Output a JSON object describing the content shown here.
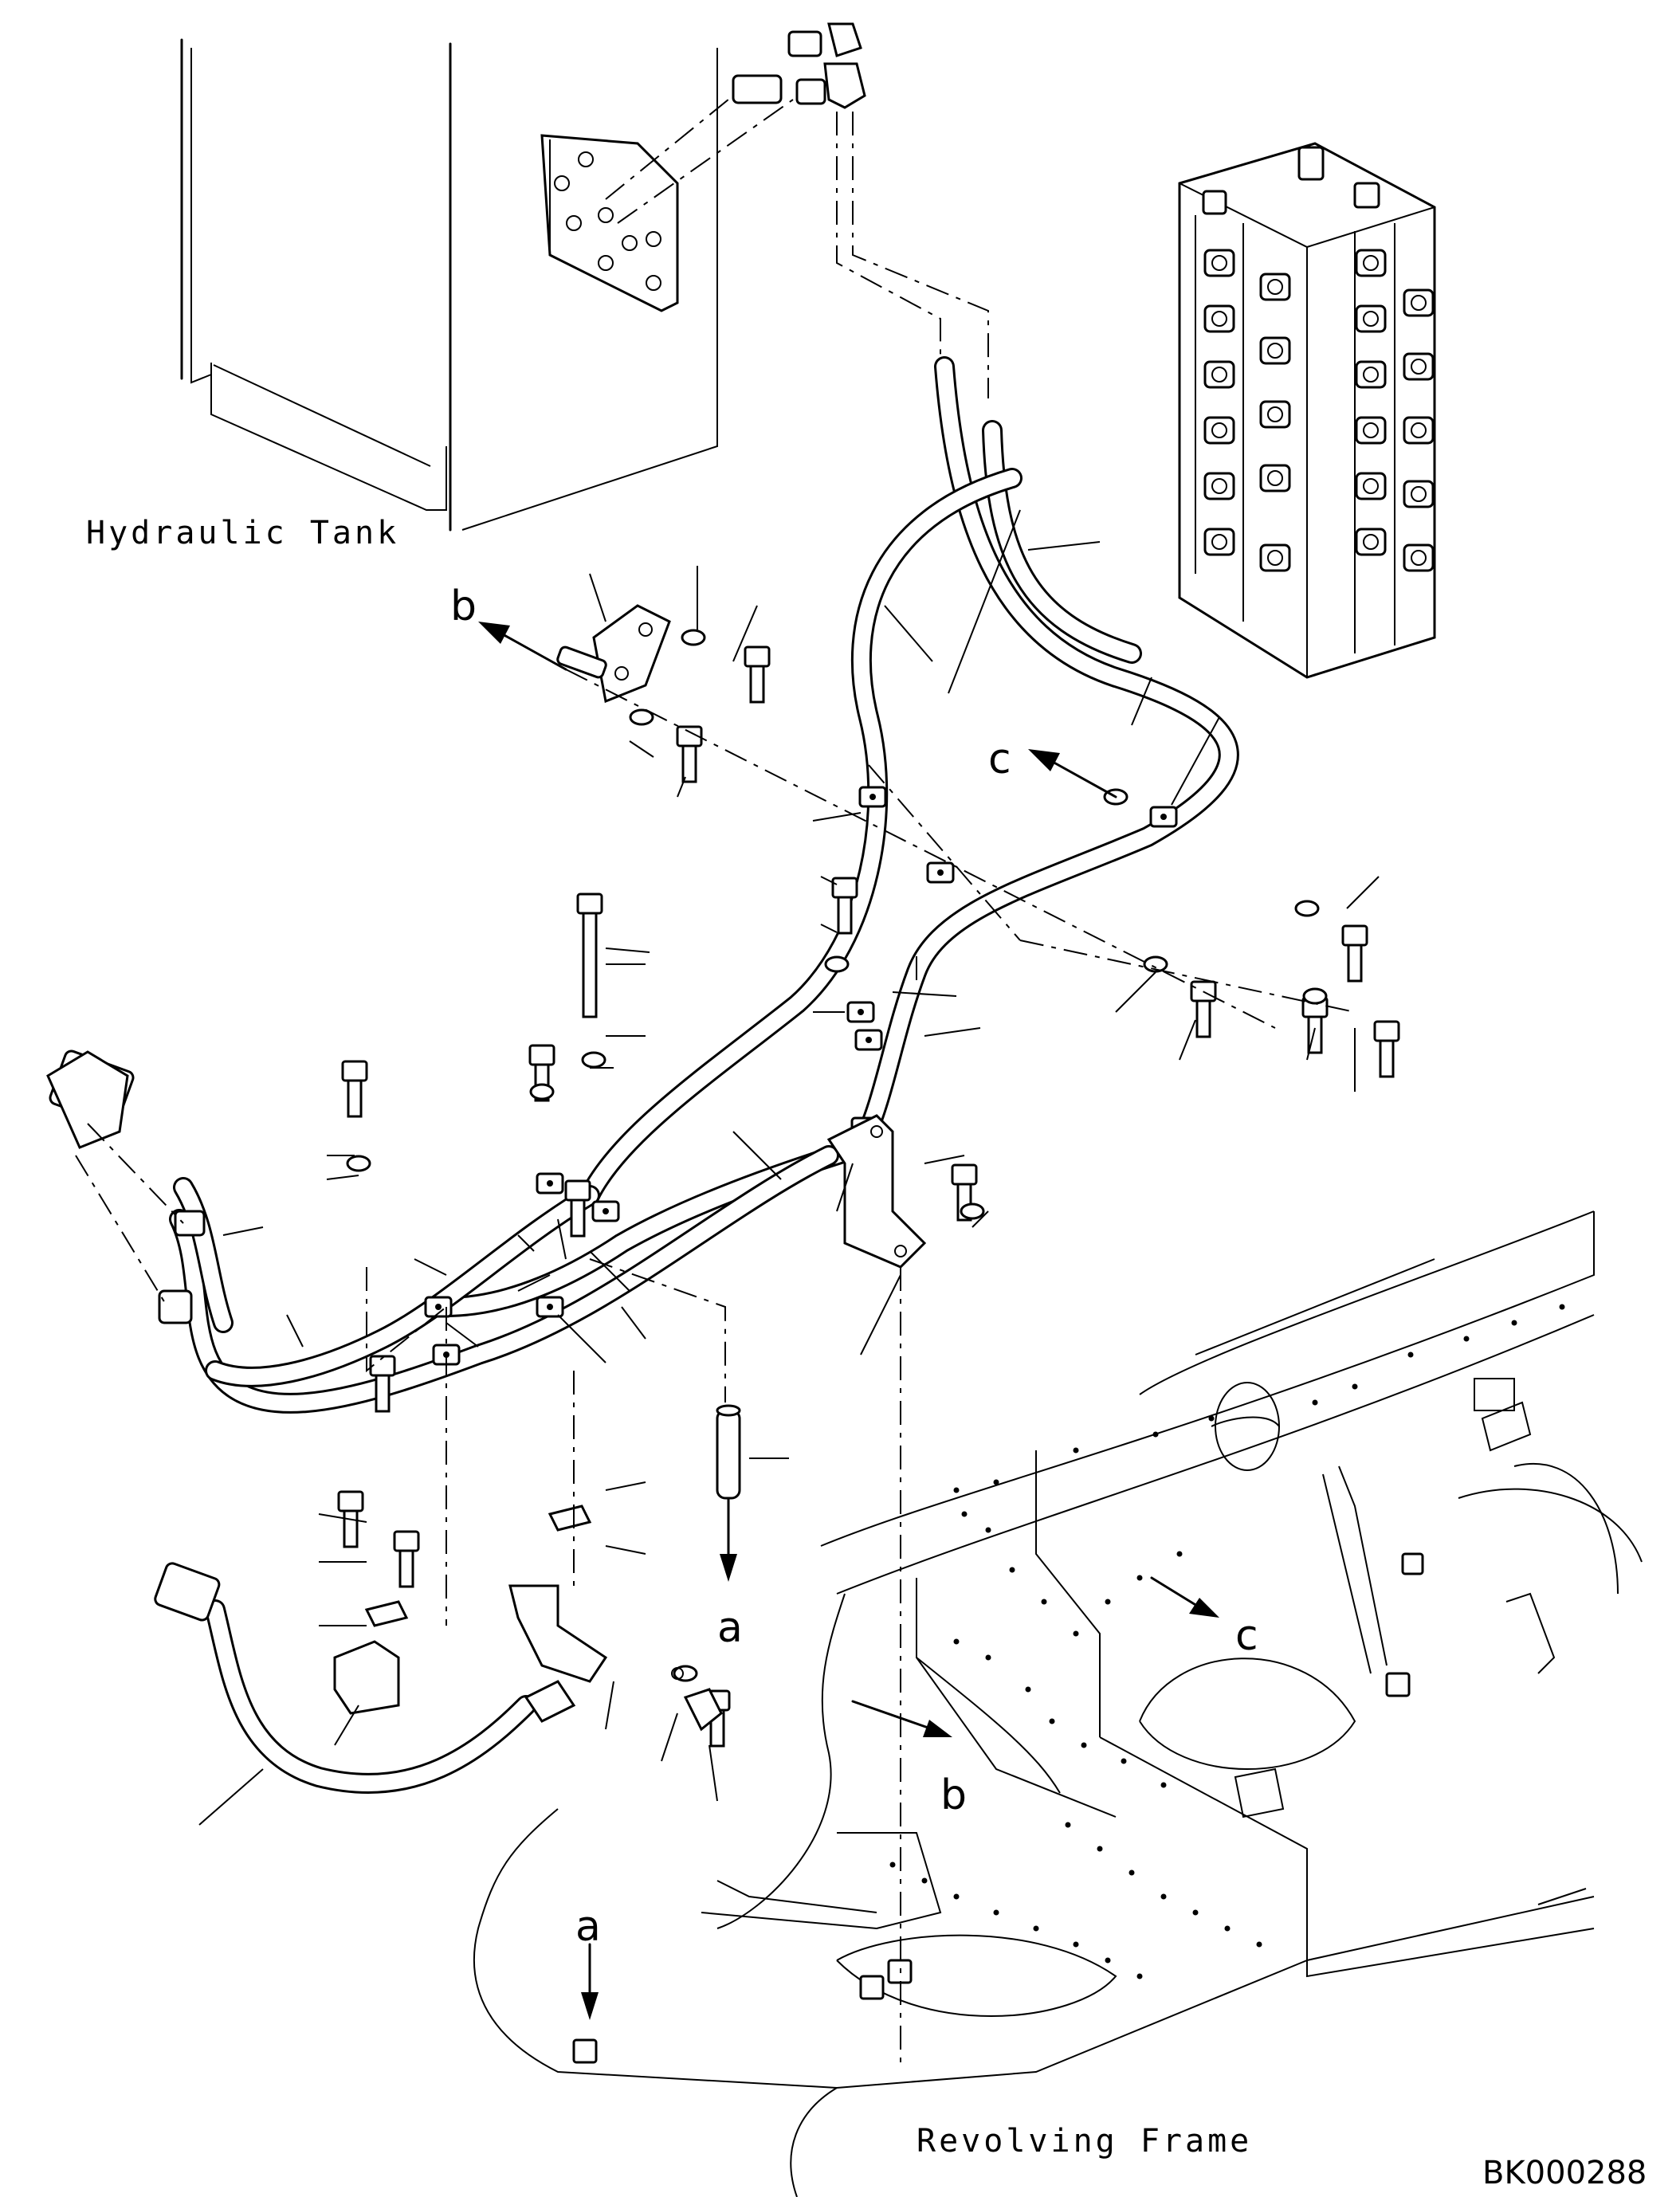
{
  "labels": {
    "hydraulic_tank": "Hydraulic Tank",
    "revolving_frame": "Revolving Frame",
    "drawing_id": "BK000288"
  },
  "view_refs": {
    "b_top": "b",
    "c_top": "c",
    "a_middle": "a",
    "c_frame": "c",
    "b_frame": "b",
    "a_bottom": "a"
  }
}
